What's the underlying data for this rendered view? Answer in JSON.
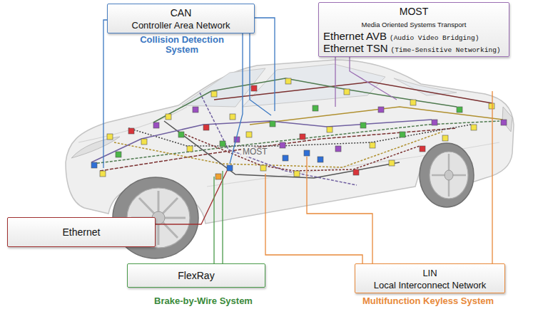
{
  "diagram": {
    "nodes": [
      {
        "text": [
          "CAN",
          "Controller Area Network"
        ]
      },
      {
        "text": [
          "MOST",
          "Media Oriented Systems Transport",
          "Ethernet AVB",
          "(Audio Video Bridging)",
          "Ethernet TSN",
          "(Time-Sensitive Networking)"
        ]
      },
      {
        "text": [
          "Ethernet"
        ]
      },
      {
        "text": [
          "FlexRay"
        ]
      },
      {
        "text": [
          "LIN",
          "Local Interconnect Network"
        ]
      }
    ],
    "labels": [
      "Collision Detection System",
      "MOST",
      "Brake-by-Wire System",
      "Multifunction Keyless System"
    ]
  }
}
